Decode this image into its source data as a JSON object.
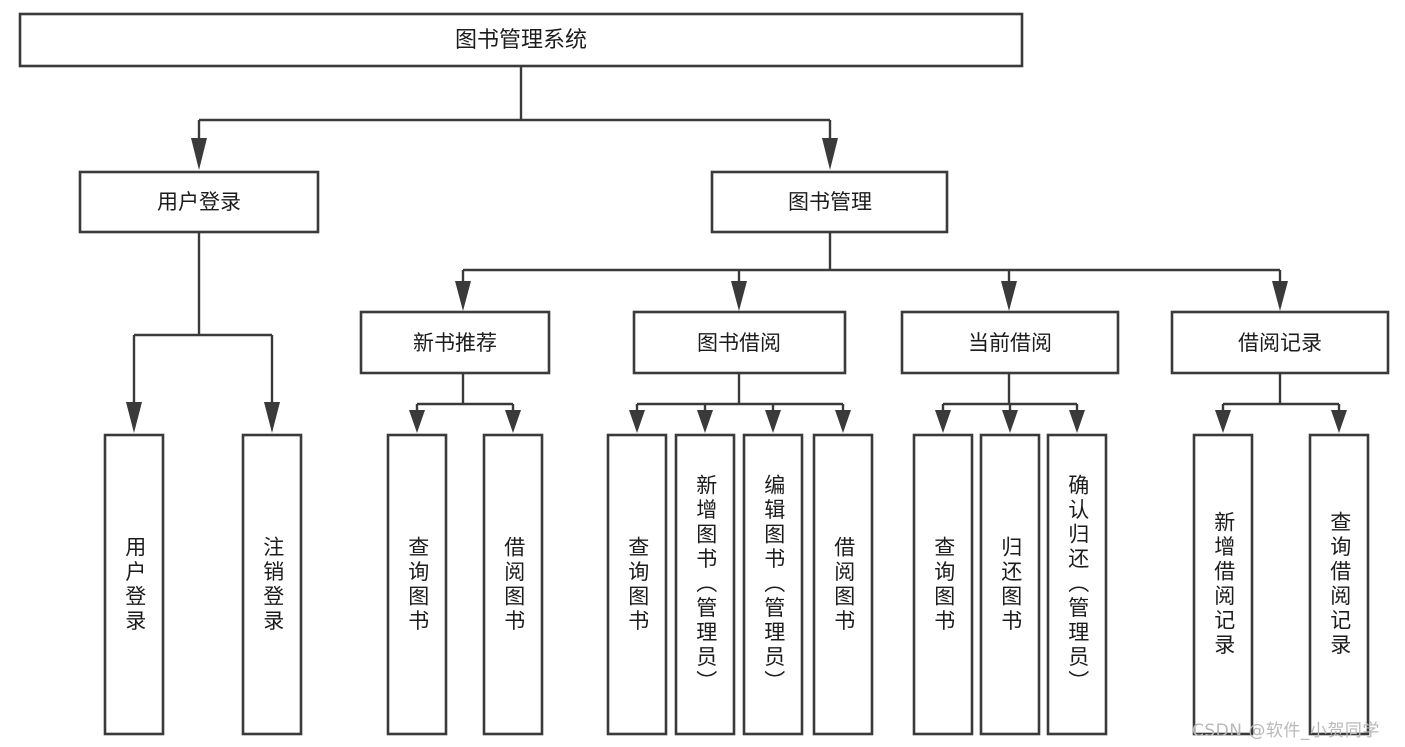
{
  "diagram": {
    "title_node": {
      "label": "图书管理系统"
    },
    "level2": [
      {
        "id": "user-login",
        "label": "用户登录"
      },
      {
        "id": "book-management",
        "label": "图书管理"
      }
    ],
    "level3": [
      {
        "id": "new-book-recommend",
        "label": "新书推荐"
      },
      {
        "id": "book-borrow",
        "label": "图书借阅"
      },
      {
        "id": "current-borrow",
        "label": "当前借阅"
      },
      {
        "id": "borrow-record",
        "label": "借阅记录"
      }
    ],
    "leaves": {
      "user_login": [
        {
          "id": "leaf-user-login",
          "label": "用户登录"
        },
        {
          "id": "leaf-logout-login",
          "label": "注销登录"
        }
      ],
      "new_book_recommend": [
        {
          "id": "leaf-query-book-1",
          "label": "查询图书"
        },
        {
          "id": "leaf-borrow-book-1",
          "label": "借阅图书"
        }
      ],
      "book_borrow": [
        {
          "id": "leaf-query-book-2",
          "label": "查询图书"
        },
        {
          "id": "leaf-add-book",
          "label": "新增图书（管理员）"
        },
        {
          "id": "leaf-edit-book",
          "label": "编辑图书（管理员）"
        },
        {
          "id": "leaf-borrow-book-2",
          "label": "借阅图书"
        }
      ],
      "current_borrow": [
        {
          "id": "leaf-query-book-3",
          "label": "查询图书"
        },
        {
          "id": "leaf-return-book",
          "label": "归还图书"
        },
        {
          "id": "leaf-confirm-return",
          "label": "确认归还（管理员）"
        }
      ],
      "borrow_record": [
        {
          "id": "leaf-add-record",
          "label": "新增借阅记录"
        },
        {
          "id": "leaf-query-record",
          "label": "查询借阅记录"
        }
      ]
    },
    "watermark": {
      "text": "CSDN @软件_小贺同学"
    },
    "colors": {
      "stroke": "#3a3a3a",
      "fill": "#ffffff",
      "text": "#1c1c1c",
      "watermark": "#b9b9b9",
      "background": "#ffffff"
    }
  }
}
